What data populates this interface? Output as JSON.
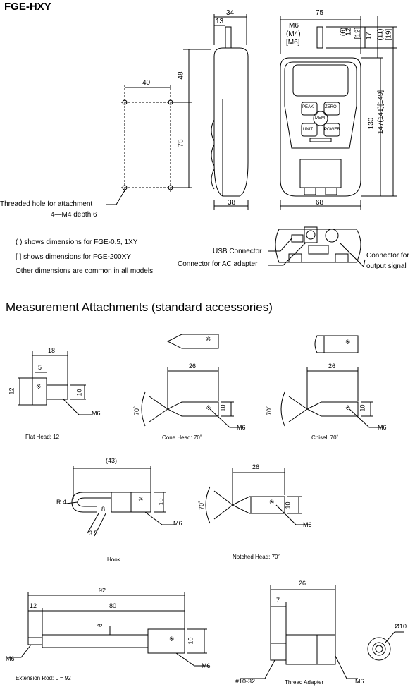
{
  "title": "FGE-HXY",
  "notes": [
    "( ) shows dimensions for FGE-0.5, 1XY",
    "[ ] shows dimensions for FGE-200XY",
    "Other dimensions are common in all models."
  ],
  "callouts": {
    "threaded_hole_1": "Threaded hole for attachment",
    "threaded_hole_2": "4—M4 depth 6",
    "usb": "USB Connector",
    "ac": "Connector for AC adapter",
    "output_1": "Connector for",
    "output_2": "output signal"
  },
  "device_buttons": {
    "peak": "PEAK",
    "zero": "ZERO",
    "mem": "MEM",
    "unit": "UNIT",
    "power": "POWER"
  },
  "dims_top": {
    "d34": "34",
    "d13": "13",
    "d75": "75",
    "d40": "40",
    "d48": "48",
    "d75v": "75",
    "d38": "38",
    "d68": "68",
    "m6": "M6",
    "m4": "(M4)",
    "m6b": "[M6]",
    "d6": "(6)",
    "d12": "12",
    "d12b": "[12]",
    "d17": "17",
    "d11": "(11)",
    "d19": "[19]",
    "d130": "130",
    "d147": "147(141)[149]"
  },
  "section_title": "Measurement Attachments (standard accessories)",
  "attachments": {
    "flat": {
      "caption": "Flat Head: 12",
      "d18": "18",
      "d5": "5",
      "d12": "12",
      "d10": "10",
      "m6": "M6"
    },
    "cone": {
      "caption": "Cone Head: 70˚",
      "d26": "26",
      "d10": "10",
      "m6": "M6",
      "angle": "70˚"
    },
    "chisel": {
      "caption": "Chisel: 70˚",
      "d26": "26",
      "d10": "10",
      "m6": "M6",
      "angle": "70˚"
    },
    "hook": {
      "caption": "Hook",
      "d43": "(43)",
      "r4": "R 4",
      "d8": "8",
      "d35": "3.5",
      "d10": "10",
      "m6": "M6"
    },
    "notched": {
      "caption": "Notched Head: 70˚",
      "d26": "26",
      "d10": "10",
      "m6": "M6",
      "angle": "70˚"
    },
    "rod": {
      "caption": "Extension Rod: L = 92",
      "d92": "92",
      "d12": "12",
      "d80": "80",
      "d6": "6",
      "d10": "10",
      "m6a": "M6",
      "m6b": "M6"
    },
    "adapter": {
      "caption": "Thread Adapter",
      "d26": "26",
      "d7": "7",
      "d10": "Ø10",
      "thread": "#10-32",
      "m6": "M6"
    }
  }
}
